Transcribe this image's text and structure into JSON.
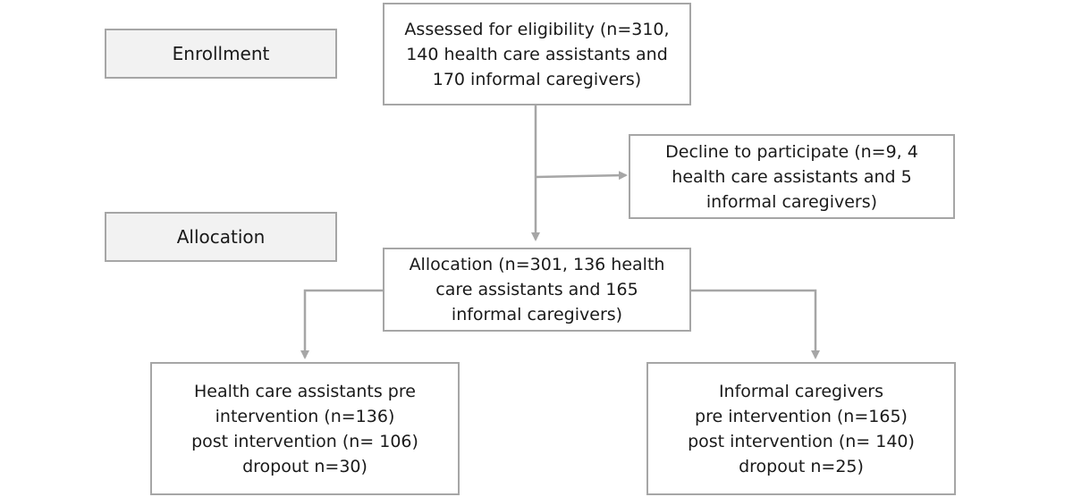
{
  "stages": {
    "enrollment": "Enrollment",
    "allocation": "Allocation"
  },
  "boxes": {
    "assessed": [
      "Assessed for eligibility (n=310,",
      "140 health care assistants and",
      "170 informal caregivers)"
    ],
    "declined": [
      "Decline to participate (n=9, 4",
      "health care assistants and 5",
      "informal caregivers)"
    ],
    "allocation": [
      "Allocation (n=301, 136 health",
      "care assistants and 165",
      "informal caregivers)"
    ],
    "hca": [
      "Health care assistants pre",
      "intervention (n=136)",
      "post intervention (n= 106)",
      "dropout n=30)"
    ],
    "informal": [
      "Informal caregivers",
      "pre intervention (n=165)",
      "post intervention (n= 140)",
      "dropout n=25)"
    ]
  },
  "colors": {
    "border": "#a6a6a6",
    "stage_fill": "#f2f2f2",
    "arrow": "#a6a6a6"
  }
}
